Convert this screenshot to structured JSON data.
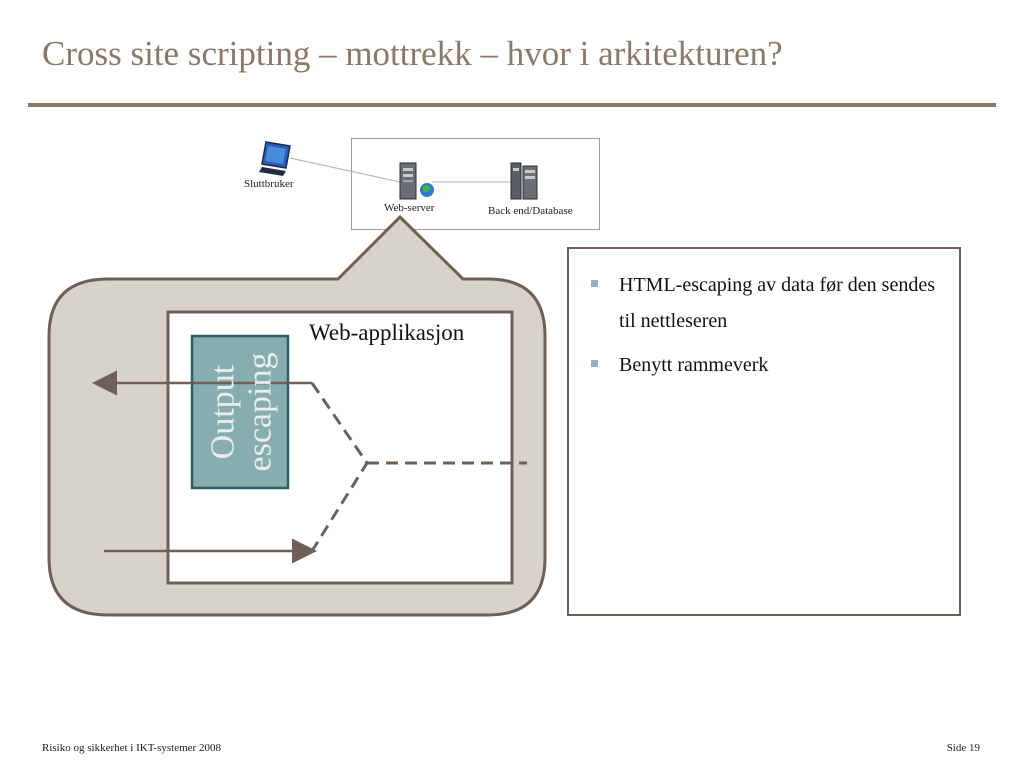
{
  "slide": {
    "title": "Cross site scripting – mottrekk – hvor i arkitekturen?"
  },
  "network": {
    "end_user_label": "Sluttbruker",
    "web_server_label": "Web-server",
    "backend_label": "Back end/Database"
  },
  "diagram": {
    "webapp_label": "Web-applikasjon",
    "filter_line1": "Output",
    "filter_line2": "escaping"
  },
  "bullets": [
    "HTML-escaping av data før den sendes til nettleseren",
    "Benytt rammeverk"
  ],
  "footer": {
    "left": "Risiko og sikkerhet i IKT-systemer 2008",
    "right": "Side 19"
  },
  "colors": {
    "title": "#8a7868",
    "bubble_fill": "#d8d3c9",
    "bubble_stroke": "#6e6058",
    "filter_fill": "#87adaf",
    "bullet": "#8fb4c6"
  }
}
